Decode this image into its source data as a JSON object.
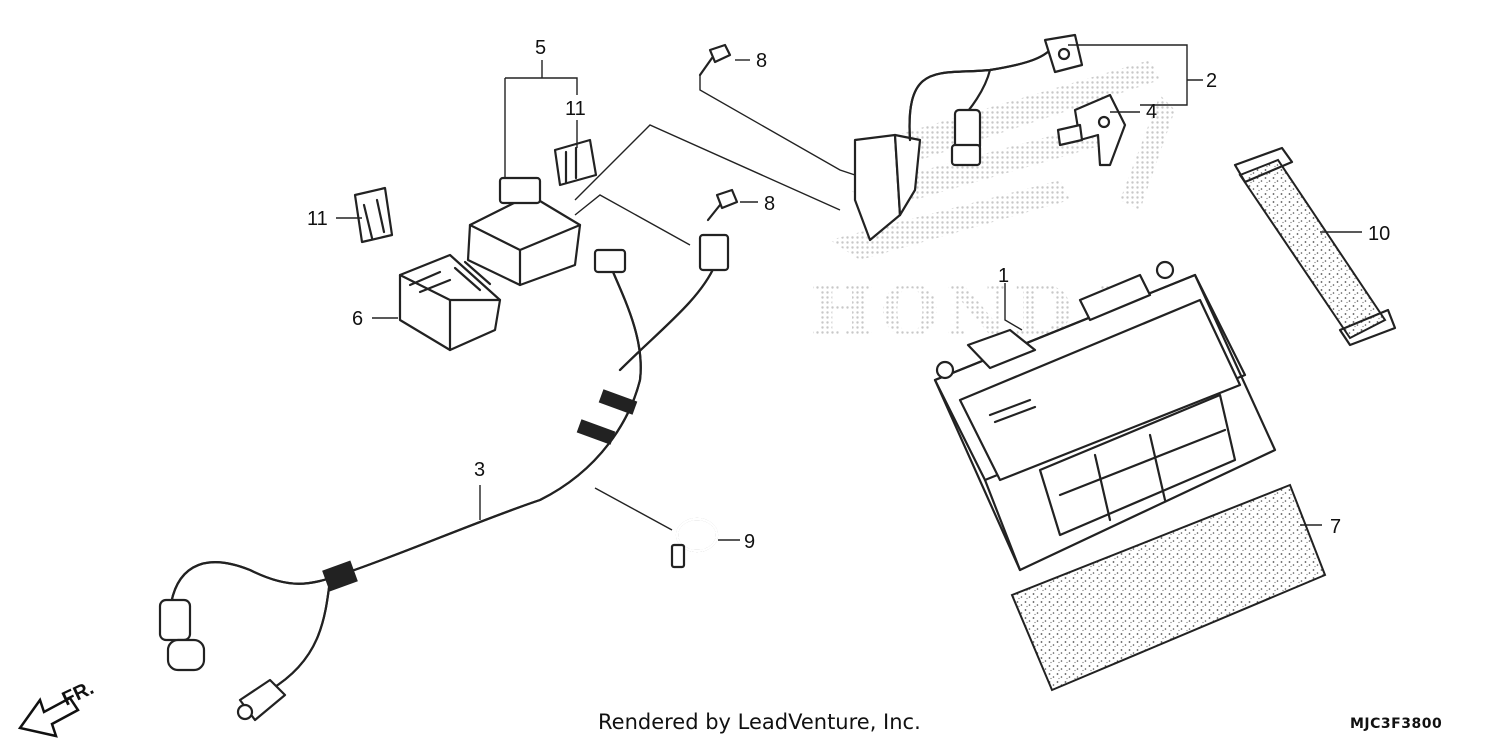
{
  "diagram": {
    "callouts": [
      "1",
      "2",
      "3",
      "4",
      "5",
      "6",
      "7",
      "8",
      "8",
      "9",
      "10",
      "11",
      "11"
    ],
    "direction_label": "FR.",
    "watermark": "HONDA",
    "credit": "Rendered by LeadVenture, Inc.",
    "code": "MJC3F3800"
  },
  "colors": {
    "line": "#222222",
    "watermark": "#c8c8c8",
    "speckle": "#555555"
  }
}
